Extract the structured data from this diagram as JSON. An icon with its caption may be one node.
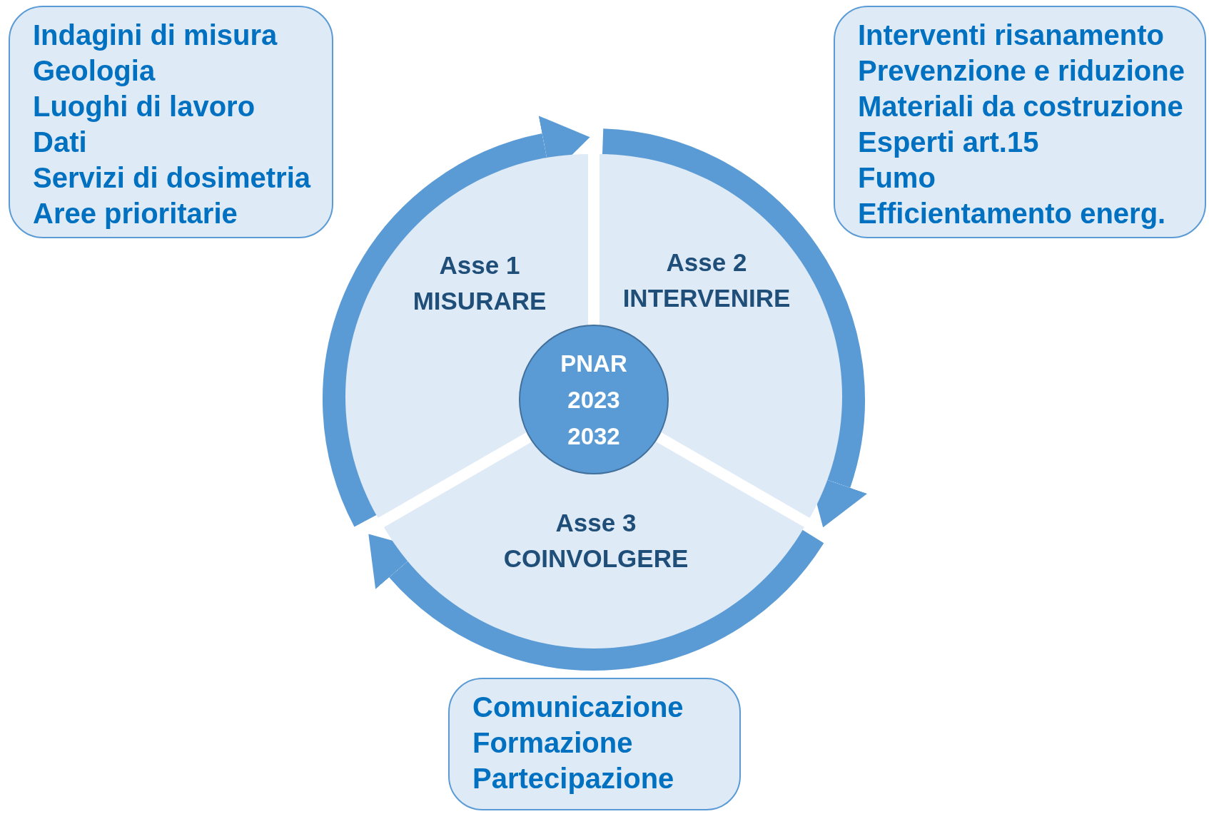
{
  "diagram": {
    "nodes": [
      {
        "text": [
          "Indagini di misura",
          "Geologia",
          "Luoghi di lavoro",
          "Dati",
          "Servizi di dosimetria",
          "Aree prioritarie"
        ]
      },
      {
        "text": [
          "Interventi risanamento",
          "Prevenzione e riduzione",
          "Materiali da costruzione",
          "Esperti art.15",
          "Fumo",
          "Efficientamento energ."
        ]
      },
      {
        "text": [
          "Comunicazione",
          "Formazione",
          "Partecipazione"
        ]
      },
      {
        "text": [
          "Asse 1",
          "MISURARE"
        ]
      },
      {
        "text": [
          "Asse 2",
          "INTERVENIRE"
        ]
      },
      {
        "text": [
          "Asse 3",
          "COINVOLGERE"
        ]
      },
      {
        "text": [
          "PNAR 2023 2032"
        ]
      }
    ],
    "edges": [
      {
        "from": 3,
        "to": 4,
        "arrow": "to"
      },
      {
        "from": 4,
        "to": 5,
        "arrow": "to"
      },
      {
        "from": 5,
        "to": 3,
        "arrow": "to"
      }
    ]
  }
}
